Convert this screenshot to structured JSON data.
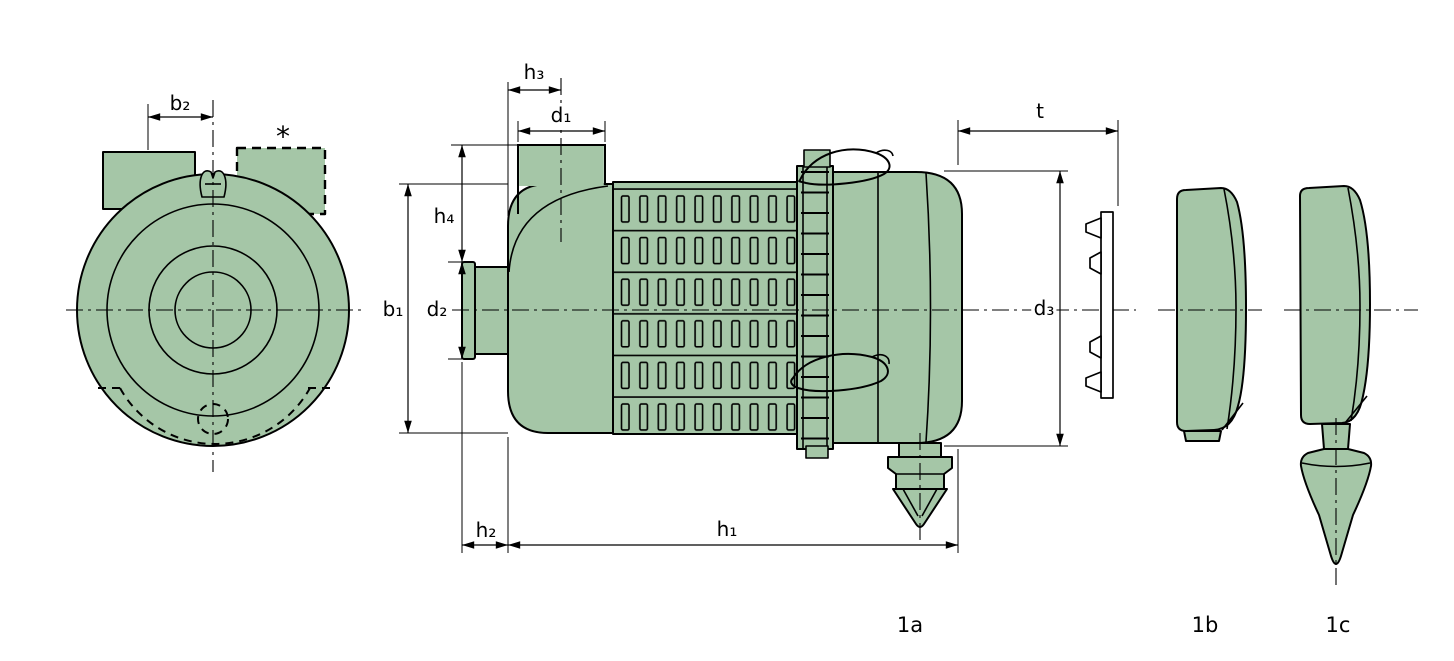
{
  "drawing": {
    "type": "technical-dimension-drawing-air-filter",
    "colors": {
      "part_fill": "#a5c6a7",
      "line": "#000000",
      "background": "#ffffff"
    },
    "labels": {
      "b2": "b₂",
      "star": "*",
      "h3": "h₃",
      "d1": "d₁",
      "h4": "h₄",
      "b1": "b₁",
      "d2": "d₂",
      "h2": "h₂",
      "h1": "h₁",
      "t": "t",
      "d3": "d₃"
    },
    "parts": {
      "main_assembly": "1a",
      "cover": "1b",
      "cover_with_dust_outlet": "1c"
    }
  }
}
